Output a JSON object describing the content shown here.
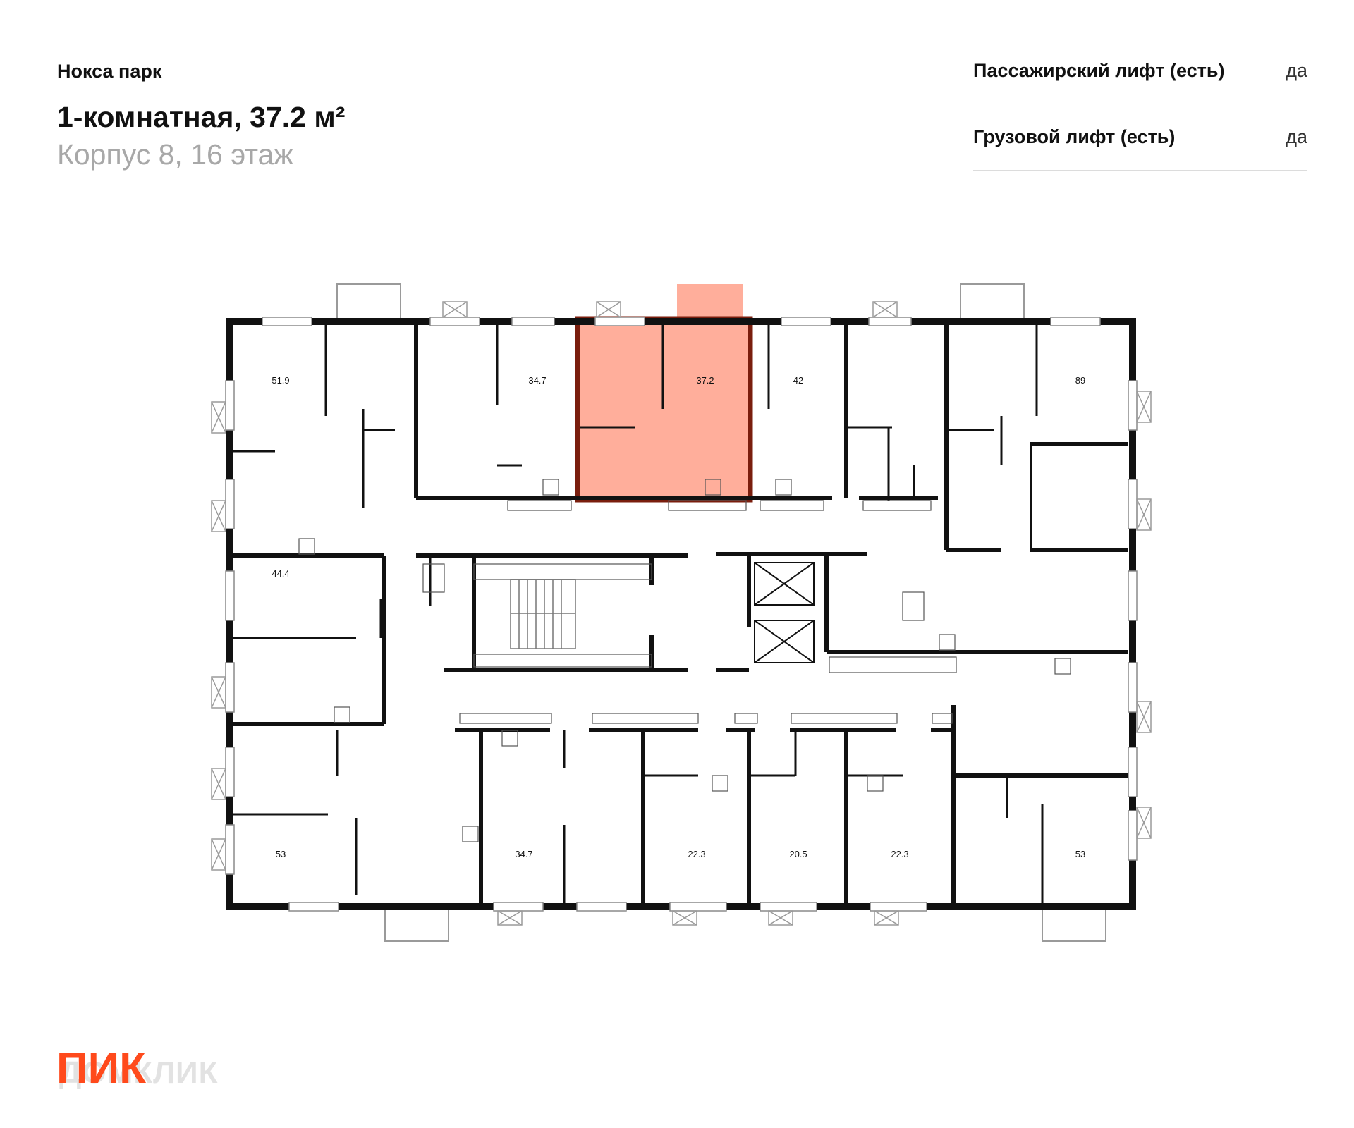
{
  "header": {
    "project": "Нокса парк",
    "title": "1-комнатная, 37.2 м²",
    "subtitle": "Корпус 8, 16 этаж"
  },
  "features": [
    {
      "name": "Пассажирский лифт (есть)",
      "value": "да"
    },
    {
      "name": "Грузовой лифт (есть)",
      "value": "да"
    }
  ],
  "rooms": {
    "r1": "51.9",
    "r2": "34.7",
    "r3": "37.2",
    "r4": "42",
    "r5": "89",
    "r6": "44.4",
    "r7": "53",
    "r8": "34.7",
    "r9": "22.3",
    "r10": "20.5",
    "r11": "22.3",
    "r12": "53"
  },
  "logo": {
    "brand": "ПИК",
    "watermark": "ДОМКЛИК"
  },
  "colors": {
    "highlight": "#ffa590",
    "highlight_border": "#7a1e0e",
    "brand": "#ff4a1c"
  }
}
